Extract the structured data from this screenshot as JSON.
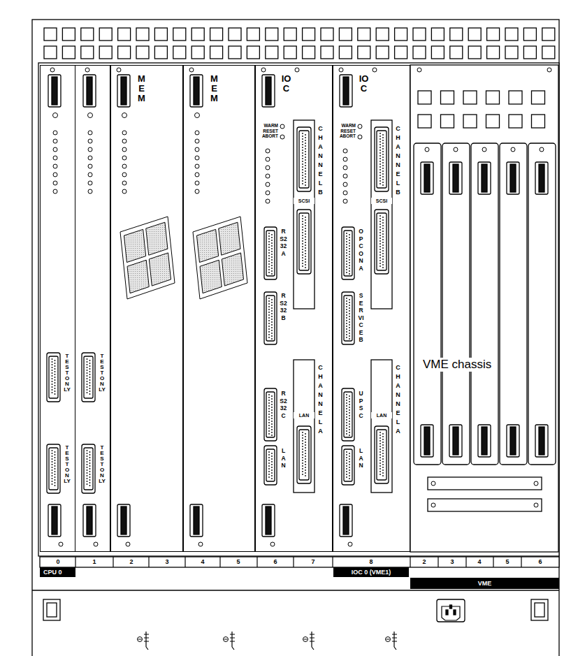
{
  "diagram": {
    "nodes": [
      {
        "text": [
          "TEST ONLY",
          "TEST ONLY"
        ]
      },
      {
        "text": [
          "TEST ONLY",
          "TEST ONLY"
        ]
      },
      {
        "text": [
          "MEM"
        ]
      },
      {
        "text": [
          "MEM"
        ]
      },
      {
        "text": [
          "IOC"
        ]
      },
      {
        "text": [
          "IOC"
        ]
      },
      {
        "text": [
          "CPU 0"
        ]
      },
      {
        "text": [
          "IOC 0 (VME1)"
        ]
      },
      {
        "text": [
          "VME"
        ]
      }
    ],
    "labels": [
      "WARM RESET ABORT",
      "CHANNEL B",
      "SCSI",
      "RS232A",
      "RS232B",
      "RS232C",
      "LAN",
      "LAN",
      "CHANNEL A",
      "WARM RESET ABORT",
      "CHANNEL B",
      "SCSI",
      "OP CON A",
      "SERVICE B",
      "UPS C",
      "LAN",
      "LAN",
      "CHANNEL A",
      "VME chassis",
      "0",
      "1",
      "2",
      "3",
      "4",
      "5",
      "6",
      "7",
      "8",
      "2",
      "3",
      "4",
      "5",
      "6"
    ]
  }
}
